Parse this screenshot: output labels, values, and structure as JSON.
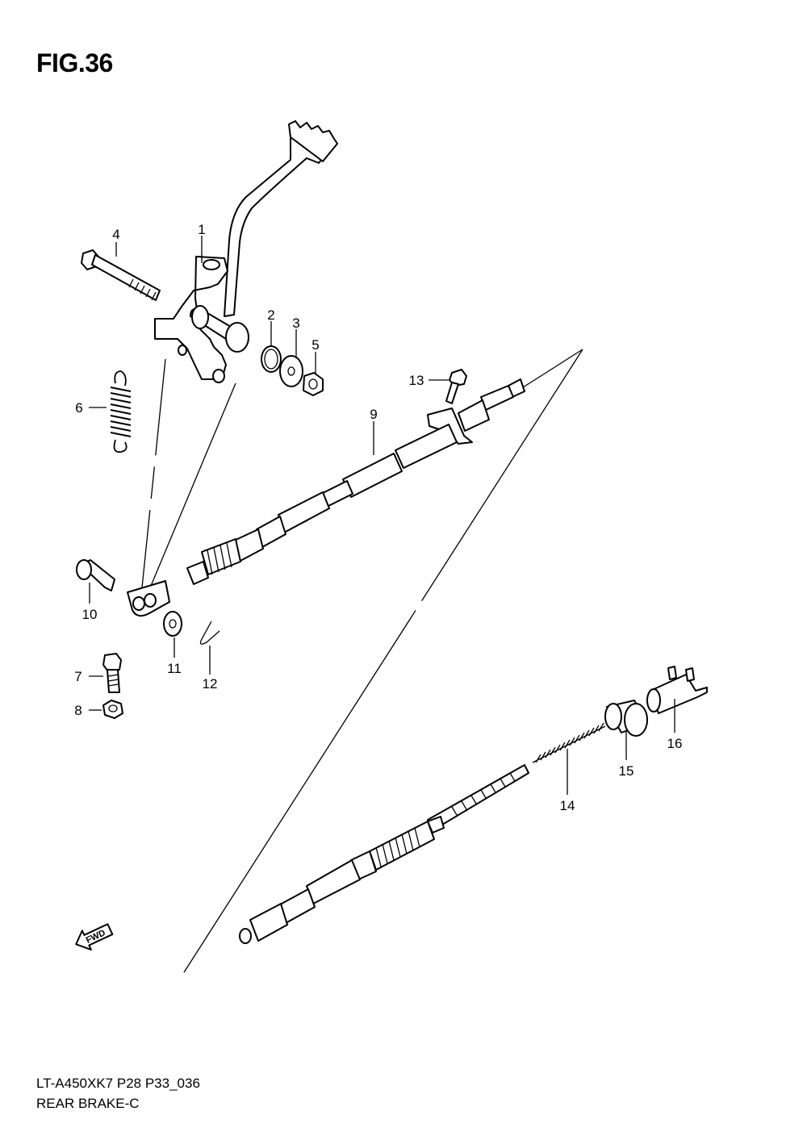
{
  "figure": {
    "title": "FIG.36",
    "model_code": "LT-A450XK7 P28 P33_036",
    "section_name": "REAR BRAKE-C"
  },
  "callouts": [
    {
      "id": "c1",
      "label": "1"
    },
    {
      "id": "c2",
      "label": "2"
    },
    {
      "id": "c3",
      "label": "3"
    },
    {
      "id": "c4",
      "label": "4"
    },
    {
      "id": "c5",
      "label": "5"
    },
    {
      "id": "c6",
      "label": "6"
    },
    {
      "id": "c7",
      "label": "7"
    },
    {
      "id": "c8",
      "label": "8"
    },
    {
      "id": "c9",
      "label": "9"
    },
    {
      "id": "c10",
      "label": "10"
    },
    {
      "id": "c11",
      "label": "11"
    },
    {
      "id": "c12",
      "label": "12"
    },
    {
      "id": "c13",
      "label": "13"
    },
    {
      "id": "c14",
      "label": "14"
    },
    {
      "id": "c15",
      "label": "15"
    },
    {
      "id": "c16",
      "label": "16"
    }
  ],
  "direction_badge": "FWD"
}
